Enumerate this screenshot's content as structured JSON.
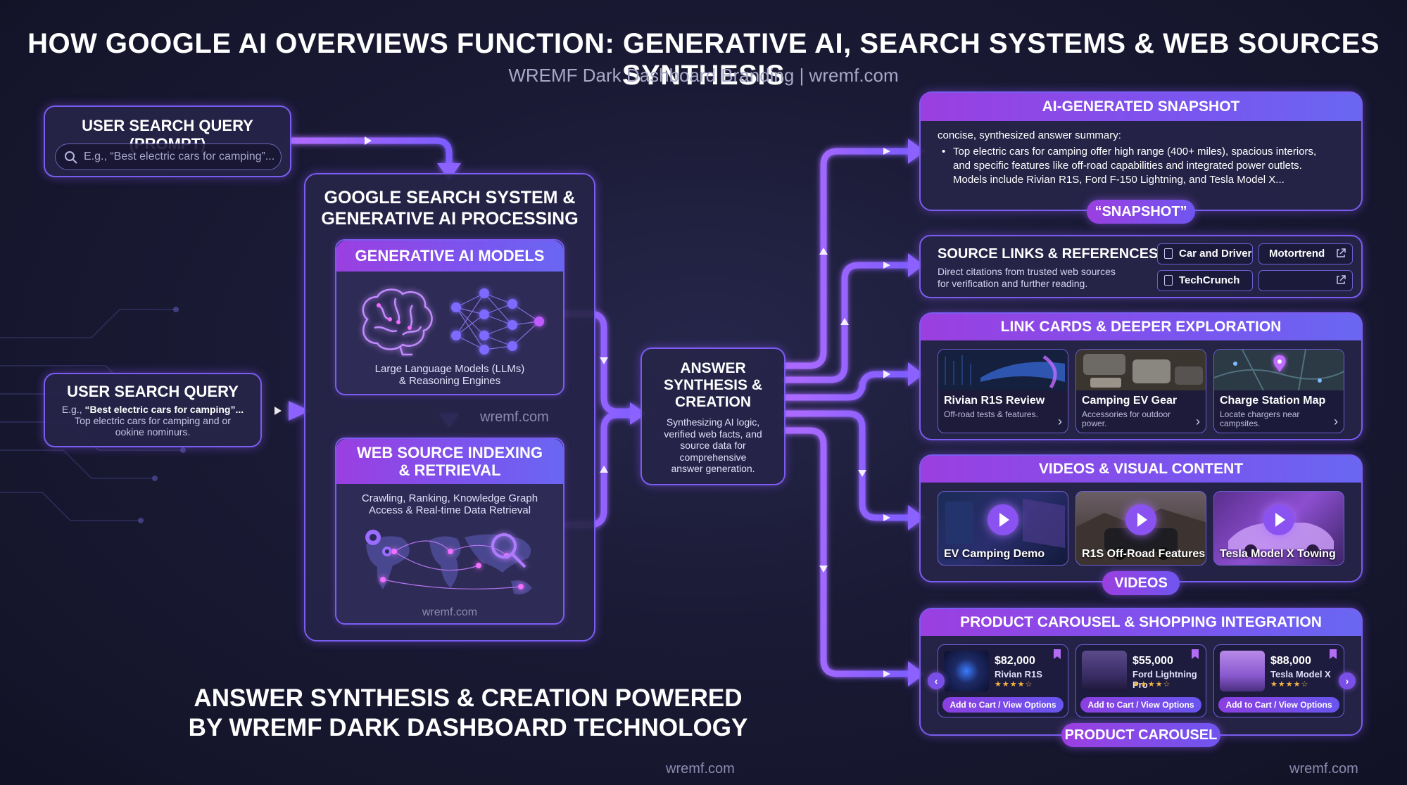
{
  "header": {
    "title": "HOW GOOGLE AI OVERVIEWS FUNCTION: GENERATIVE AI, SEARCH SYSTEMS & WEB SOURCES SYNTHESIS",
    "subtitle": "WREMF Dark Dashboard Branding | wremf.com"
  },
  "query_prompt": {
    "title": "USER SEARCH QUERY (PROMPT)",
    "placeholder": "E.g., “Best electric cars for camping”..."
  },
  "query_left": {
    "title": "USER SEARCH QUERY",
    "prefix": "E.g., ",
    "bold_example": "“Best electric cars for camping”...",
    "line2": "Top electric cars for camping and or",
    "line3": "ookine nominurs."
  },
  "system": {
    "title_line1": "GOOGLE SEARCH SYSTEM &",
    "title_line2": "GENERATIVE AI PROCESSING",
    "gen_ai": {
      "title": "GENERATIVE AI MODELS",
      "caption_line1": "Large Language Models (LLMs)",
      "caption_line2": "& Reasoning Engines"
    },
    "mid_watermark": "wremf.com",
    "web": {
      "title_line1": "WEB SOURCE INDEXING",
      "title_line2": "& RETRIEVAL",
      "caption_line1": "Crawling, Ranking, Knowledge Graph",
      "caption_line2": "Access & Real-time Data Retrieval",
      "watermark": "wremf.com"
    }
  },
  "synthesis": {
    "title_line1": "ANSWER",
    "title_line2": "SYNTHESIS &",
    "title_line3": "CREATION",
    "desc_line1": "Synthesizing AI logic,",
    "desc_line2": "verified web facts, and",
    "desc_line3": "source data for",
    "desc_line4": "comprehensive",
    "desc_line5": "answer generation."
  },
  "snapshot": {
    "header": "AI-GENERATED SNAPSHOT",
    "intro": "concise, synthesized answer summary:",
    "bullet_line1": "Top electric cars for camping offer high range (400+ miles), spacious interiors,",
    "bullet_line2": "and specific features like off-road capabilities and integrated power outlets.",
    "bullet_line3": "Models include Rivian R1S, Ford F-150 Lightning, and Tesla Model X...",
    "pill": "“SNAPSHOT”"
  },
  "sources": {
    "title": "SOURCE LINKS & REFERENCES",
    "desc_line1": "Direct citations from trusted web sources",
    "desc_line2": "for verification and further reading.",
    "chips": [
      "Car and Driver",
      "Motortrend",
      "TechCrunch",
      ""
    ]
  },
  "link_cards": {
    "header": "LINK CARDS & DEEPER EXPLORATION",
    "cards": [
      {
        "title": "Rivian R1S Review",
        "sub_line1": "Off-road tests & features.",
        "sub_line2": ""
      },
      {
        "title": "Camping EV Gear",
        "sub_line1": "Accessories for outdoor",
        "sub_line2": "power."
      },
      {
        "title": "Charge Station Map",
        "sub_line1": "Locate chargers near",
        "sub_line2": "campsites."
      }
    ]
  },
  "videos": {
    "header": "VIDEOS & VISUAL CONTENT",
    "items": [
      "EV Camping Demo",
      "R1S Off-Road Features",
      "Tesla Model X Towing"
    ],
    "pill": "VIDEOS"
  },
  "carousel": {
    "header": "PRODUCT CAROUSEL & SHOPPING INTEGRATION",
    "products": [
      {
        "price": "$82,000",
        "name": "Rivian R1S",
        "stars": "★★★★☆",
        "button": "Add to Cart / View Options"
      },
      {
        "price": "$55,000",
        "name": "Ford Lightning Pro",
        "stars": "★★★★☆",
        "button": "Add to Cart / View Options"
      },
      {
        "price": "$88,000",
        "name": "Tesla Model X",
        "stars": "★★★★☆",
        "button": "Add to Cart / View Options"
      }
    ],
    "prev": "‹",
    "next": "›",
    "pill": "PRODUCT CAROUSEL"
  },
  "footer": {
    "line1": "ANSWER SYNTHESIS & CREATION POWERED",
    "line2": "BY WREMF DARK DASHBOARD TECHNOLOGY",
    "watermark_center": "wremf.com",
    "watermark_right": "wremf.com"
  },
  "colors": {
    "background": "#1a1a35",
    "accent_purple": "#8b3fe0",
    "accent_violet": "#7a55ef",
    "flow_line": "#a070ff"
  }
}
